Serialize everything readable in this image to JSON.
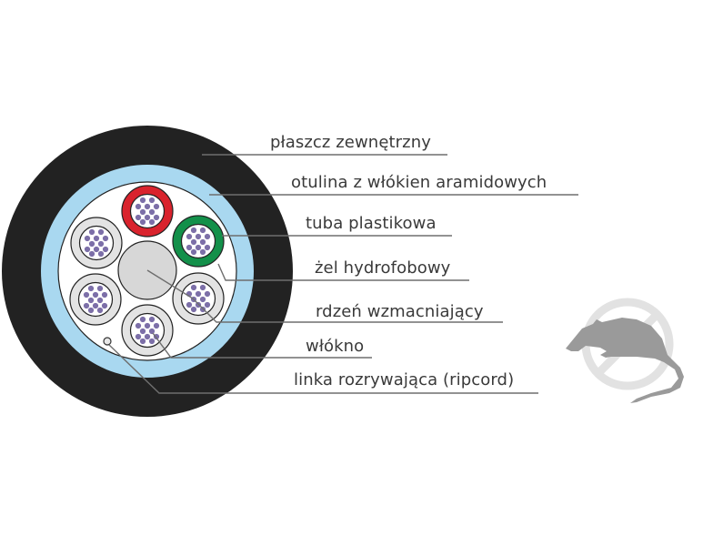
{
  "diagram": {
    "title": "Przekrój kabla światłowodowego",
    "labels": [
      {
        "id": "outer-jacket",
        "text": "płaszcz zewnętrzny"
      },
      {
        "id": "aramid-yarn",
        "text": "otulina z włókien aramidowych"
      },
      {
        "id": "plastic-tube",
        "text": "tuba plastikowa"
      },
      {
        "id": "hydrophobic-gel",
        "text": "żel hydrofobowy"
      },
      {
        "id": "strength-member",
        "text": "rdzeń wzmacniający"
      },
      {
        "id": "fiber",
        "text": "włókno"
      },
      {
        "id": "ripcord",
        "text": "linka rozrywająca (ripcord)"
      }
    ],
    "components": {
      "tube_count": 6,
      "fibers_per_tube": 12,
      "colored_tubes": [
        "red",
        "green"
      ]
    },
    "badge": {
      "icon": "rodent-proof-icon",
      "meaning": "rodent resistant"
    },
    "colors": {
      "jacket": "#222222",
      "aramid": "#a9d8f0",
      "gel": "#ffffff",
      "tube_default": "#e3e3e3",
      "tube_red": "#d9232d",
      "tube_green": "#13904a",
      "fiber": "#7c6fa8",
      "strength_core": "#d7d7d7",
      "leader_line": "#6e6e6e",
      "text": "#3a3a3a",
      "badge": "#bdbdbd"
    }
  }
}
